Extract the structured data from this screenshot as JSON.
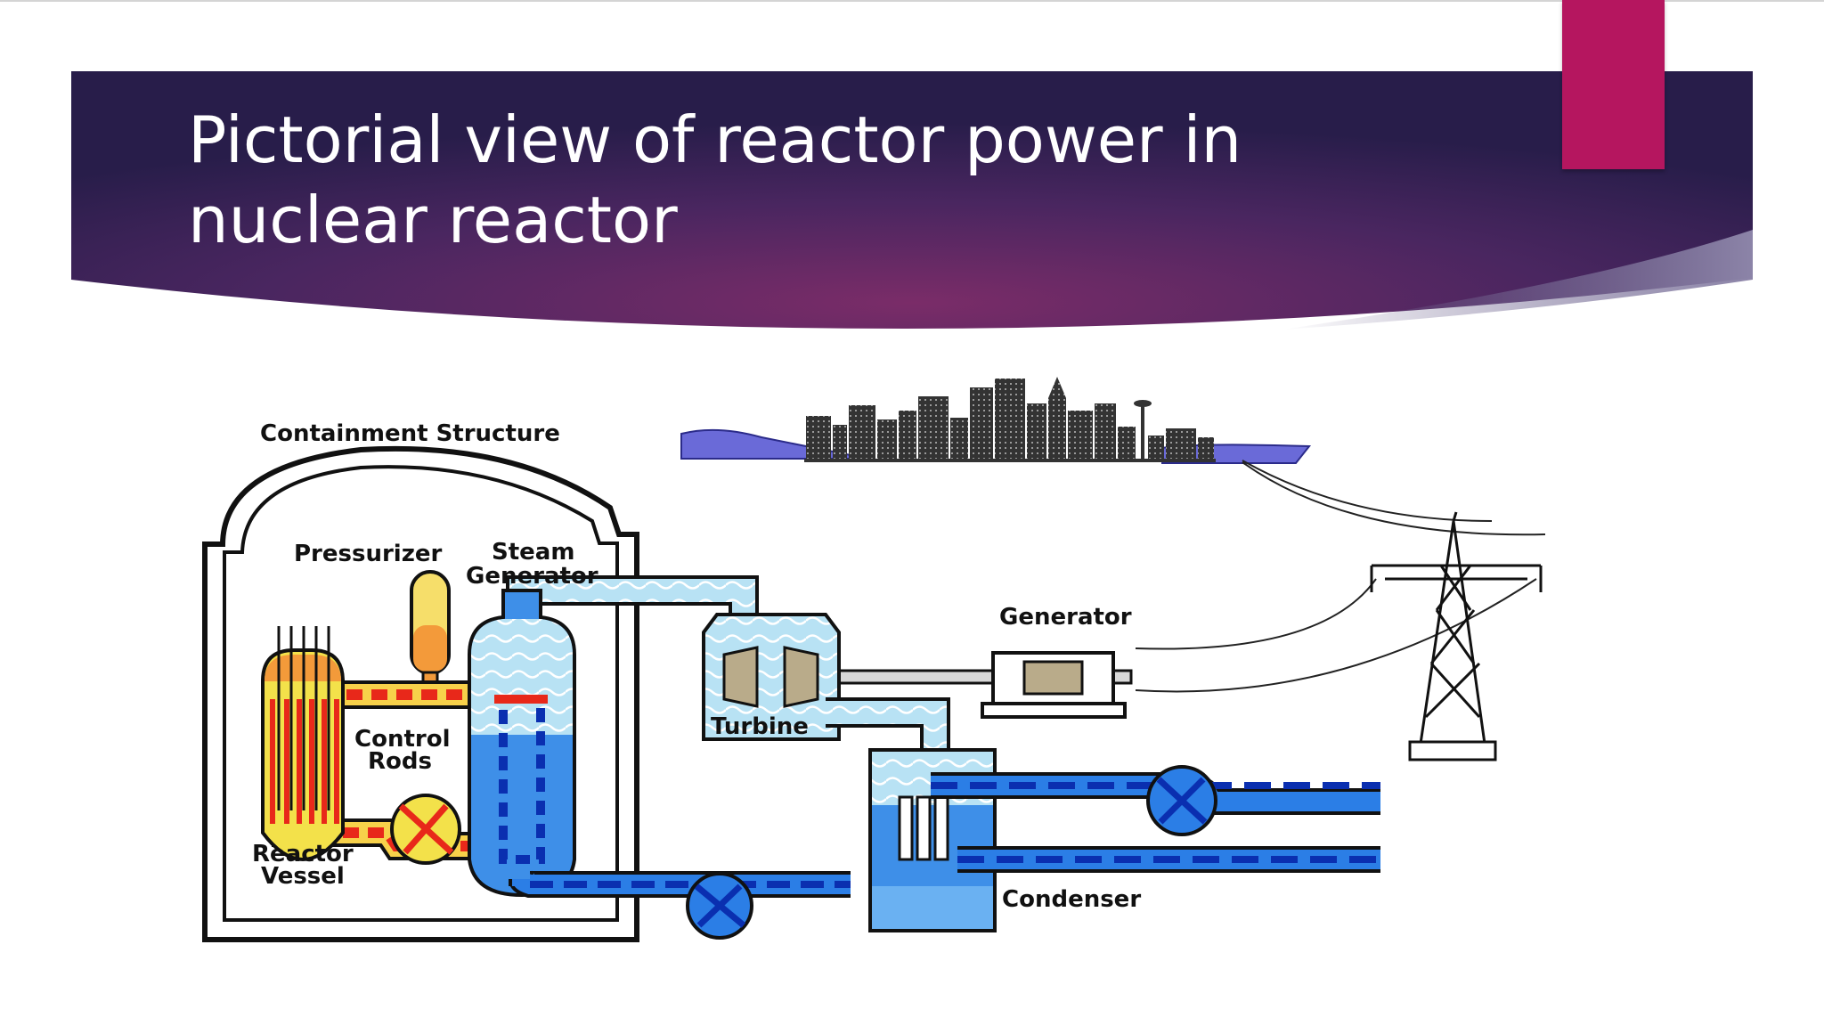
{
  "slide": {
    "title": "Pictorial view of reactor power in nuclear reactor",
    "accent_color": "#b5165f",
    "banner_color_dark": "#2a1f4d",
    "banner_color_mid": "#6b2a62"
  },
  "diagram": {
    "labels": {
      "containment": "Containment Structure",
      "pressurizer": "Pressurizer",
      "steam_generator_line1": "Steam",
      "steam_generator_line2": "Generator",
      "generator": "Generator",
      "control_rods_line1": "Control",
      "control_rods_line2": "Rods",
      "turbine": "Turbine",
      "reactor_vessel_line1": "Reactor",
      "reactor_vessel_line2": "Vessel",
      "condenser": "Condenser"
    },
    "colors": {
      "hot_loop": "#e8281a",
      "reactor_yellow": "#f3e14a",
      "cold_water": "#1f6fe0",
      "cold_dash": "#0a2fb0",
      "steam": "#a9dbf0",
      "city": "#3a3a3a",
      "water_body": "#6a6ad8"
    }
  }
}
